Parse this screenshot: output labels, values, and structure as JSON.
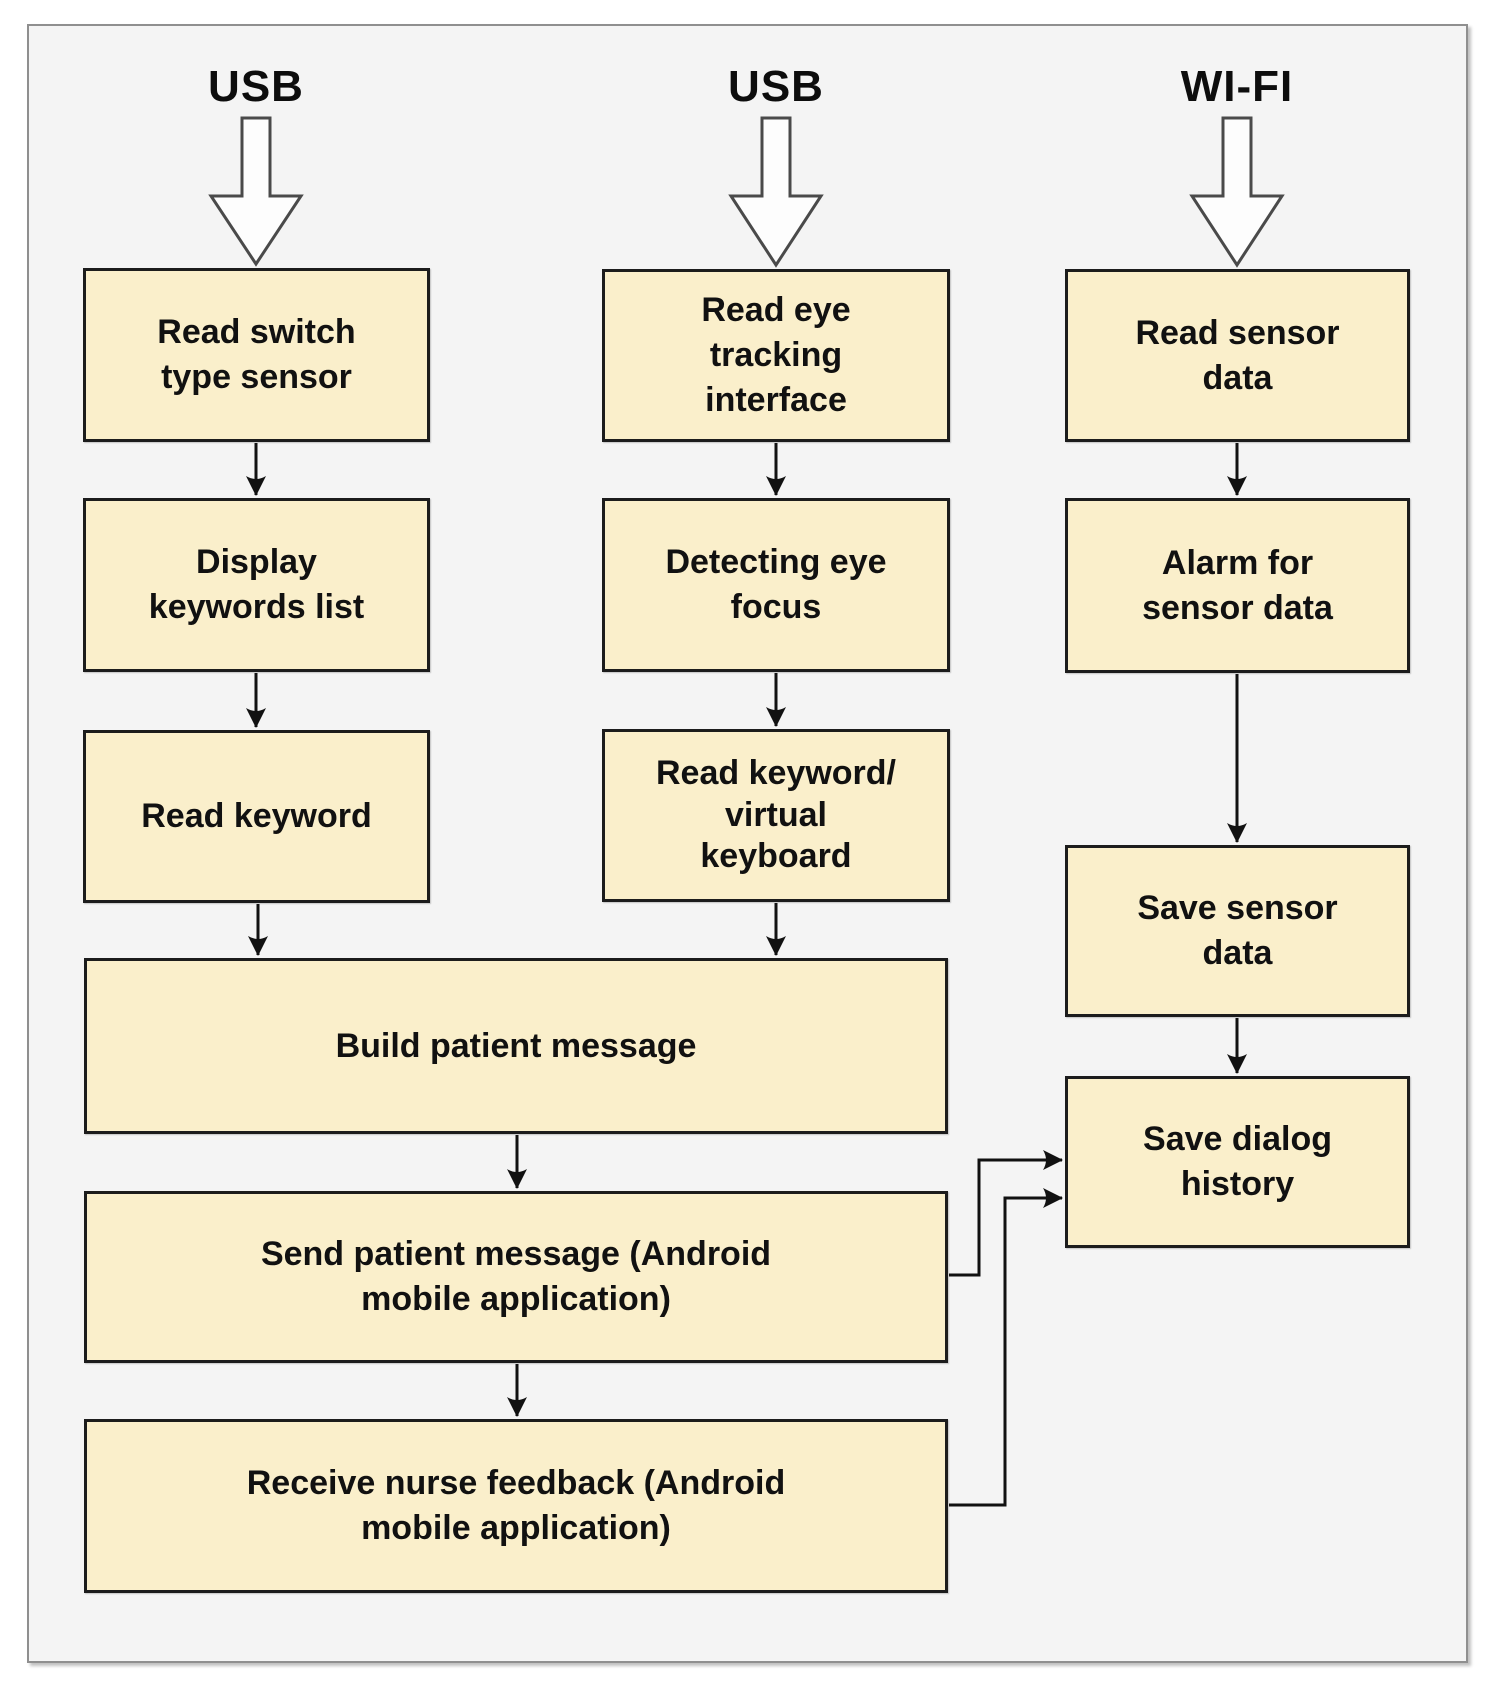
{
  "diagram": {
    "description": "Flowchart of patient communication system inputs and processing",
    "colors": {
      "background": "#f4f4f4",
      "frame_border": "#8f8f8f",
      "box_fill": "#faefcb",
      "box_border": "#1c1c1c",
      "arrow": "#111111",
      "block_arrow_fill": "#fdfdfd",
      "text": "#111111"
    },
    "interfaces": [
      {
        "label": "USB"
      },
      {
        "label": "USB"
      },
      {
        "label": "WI-FI"
      }
    ],
    "nodes": {
      "read_switch_type_sensor": {
        "label": "Read switch\ntype sensor"
      },
      "display_keywords_list": {
        "label": "Display\nkeywords list"
      },
      "read_keyword": {
        "label": "Read keyword"
      },
      "read_eye_tracking_interface": {
        "label": "Read eye\ntracking\ninterface"
      },
      "detecting_eye_focus": {
        "label": "Detecting eye\nfocus"
      },
      "read_keyword_virtual_keyboard": {
        "label": "Read keyword/\nvirtual\nkeyboard"
      },
      "read_sensor_data": {
        "label": "Read sensor\ndata"
      },
      "alarm_for_sensor_data": {
        "label": "Alarm for\nsensor data"
      },
      "save_sensor_data": {
        "label": "Save sensor\ndata"
      },
      "save_dialog_history": {
        "label": "Save dialog\nhistory"
      },
      "build_patient_message": {
        "label": "Build patient message"
      },
      "send_patient_message": {
        "label": "Send patient message (Android\nmobile application)"
      },
      "receive_nurse_feedback": {
        "label": "Receive nurse feedback (Android\nmobile application)"
      }
    },
    "edges": [
      {
        "from": "usb-input-1",
        "to": "read_switch_type_sensor",
        "style": "block-arrow"
      },
      {
        "from": "usb-input-2",
        "to": "read_eye_tracking_interface",
        "style": "block-arrow"
      },
      {
        "from": "wifi-input",
        "to": "read_sensor_data",
        "style": "block-arrow"
      },
      {
        "from": "read_switch_type_sensor",
        "to": "display_keywords_list",
        "style": "arrow"
      },
      {
        "from": "display_keywords_list",
        "to": "read_keyword",
        "style": "arrow"
      },
      {
        "from": "read_keyword",
        "to": "build_patient_message",
        "style": "arrow"
      },
      {
        "from": "read_eye_tracking_interface",
        "to": "detecting_eye_focus",
        "style": "arrow"
      },
      {
        "from": "detecting_eye_focus",
        "to": "read_keyword_virtual_keyboard",
        "style": "arrow"
      },
      {
        "from": "read_keyword_virtual_keyboard",
        "to": "build_patient_message",
        "style": "arrow"
      },
      {
        "from": "read_sensor_data",
        "to": "alarm_for_sensor_data",
        "style": "arrow"
      },
      {
        "from": "alarm_for_sensor_data",
        "to": "save_sensor_data",
        "style": "arrow"
      },
      {
        "from": "save_sensor_data",
        "to": "save_dialog_history",
        "style": "arrow"
      },
      {
        "from": "build_patient_message",
        "to": "send_patient_message",
        "style": "arrow"
      },
      {
        "from": "send_patient_message",
        "to": "receive_nurse_feedback",
        "style": "arrow"
      },
      {
        "from": "send_patient_message",
        "to": "save_dialog_history",
        "style": "elbow-arrow"
      },
      {
        "from": "receive_nurse_feedback",
        "to": "save_dialog_history",
        "style": "elbow-arrow"
      }
    ]
  }
}
